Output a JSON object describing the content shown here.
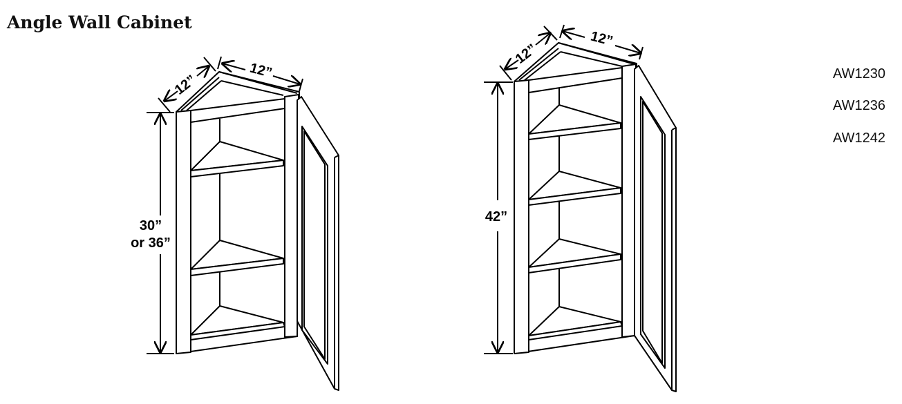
{
  "title": "Angle Wall Cabinet",
  "cabinets": [
    {
      "depth_label": "12”",
      "width_label": "12”",
      "height_label_line1": "30”",
      "height_label_line2": "or 36”",
      "shelves": 2
    },
    {
      "depth_label": "12”",
      "width_label": "12”",
      "height_label_line1": "42”",
      "shelves": 3
    }
  ],
  "model_codes": [
    "AW1230",
    "AW1236",
    "AW1242"
  ]
}
